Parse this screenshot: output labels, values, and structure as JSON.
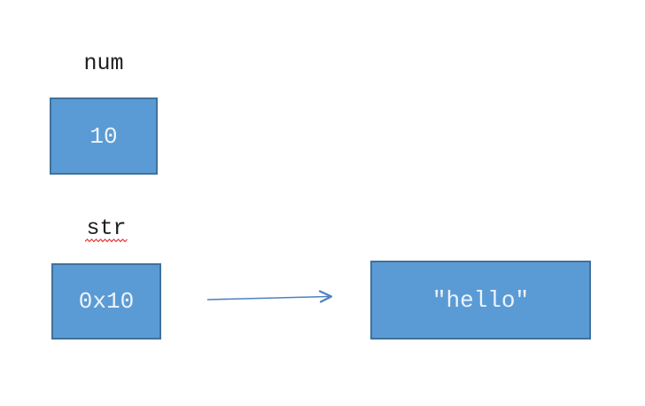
{
  "diagram": {
    "variables": {
      "num": {
        "label": "num",
        "value": "10"
      },
      "str": {
        "label": "str",
        "value": "0x10",
        "spellcheck_underline": true
      }
    },
    "heap_object": {
      "value": "″hello″"
    },
    "arrow": {
      "from": "str",
      "to": "heap_object",
      "direction": "right"
    },
    "colors": {
      "box_fill": "#5b9bd5",
      "box_border": "#41719c",
      "box_text": "#edf4fa",
      "label_text": "#1f1f1f",
      "arrow_stroke": "#4f81bd",
      "squiggle": "#e53935",
      "background": "#ffffff"
    }
  }
}
